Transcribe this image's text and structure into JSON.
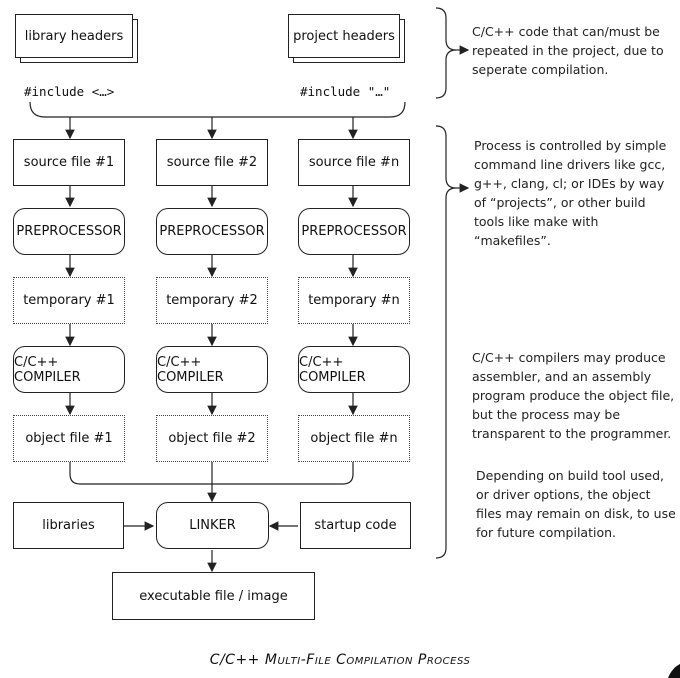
{
  "top": {
    "library_headers": "library headers",
    "project_headers": "project headers",
    "include_lib": "#include <…>",
    "include_proj": "#include \"…\""
  },
  "columns": [
    {
      "source": "source file #1",
      "pre": "PREPROCESSOR",
      "temp": "temporary #1",
      "comp": "C/C++ COMPILER",
      "obj": "object file #1"
    },
    {
      "source": "source file #2",
      "pre": "PREPROCESSOR",
      "temp": "temporary #2",
      "comp": "C/C++ COMPILER",
      "obj": "object file #2"
    },
    {
      "source": "source file #n",
      "pre": "PREPROCESSOR",
      "temp": "temporary #n",
      "comp": "C/C++ COMPILER",
      "obj": "object file #n"
    }
  ],
  "link": {
    "libraries": "libraries",
    "linker": "LINKER",
    "startup": "startup code",
    "executable": "executable file / image"
  },
  "notes": {
    "note1": "C/C++ code that can/must be repeated in the project, due to seperate compilation.",
    "note2": "Process is controlled by simple command line drivers like gcc, g++, clang, cl; or IDEs by way of “projects”, or other build tools like make with “makefiles”.",
    "note3": "C/C++ compilers may produce assembler, and an assembly program produce the object file, but the process may be transparent to the programmer.",
    "note4": "Depending on build tool used, or driver options, the object files may remain on disk, to use for future compilation."
  },
  "title": "C/C++ Multi-File Compilation Process"
}
